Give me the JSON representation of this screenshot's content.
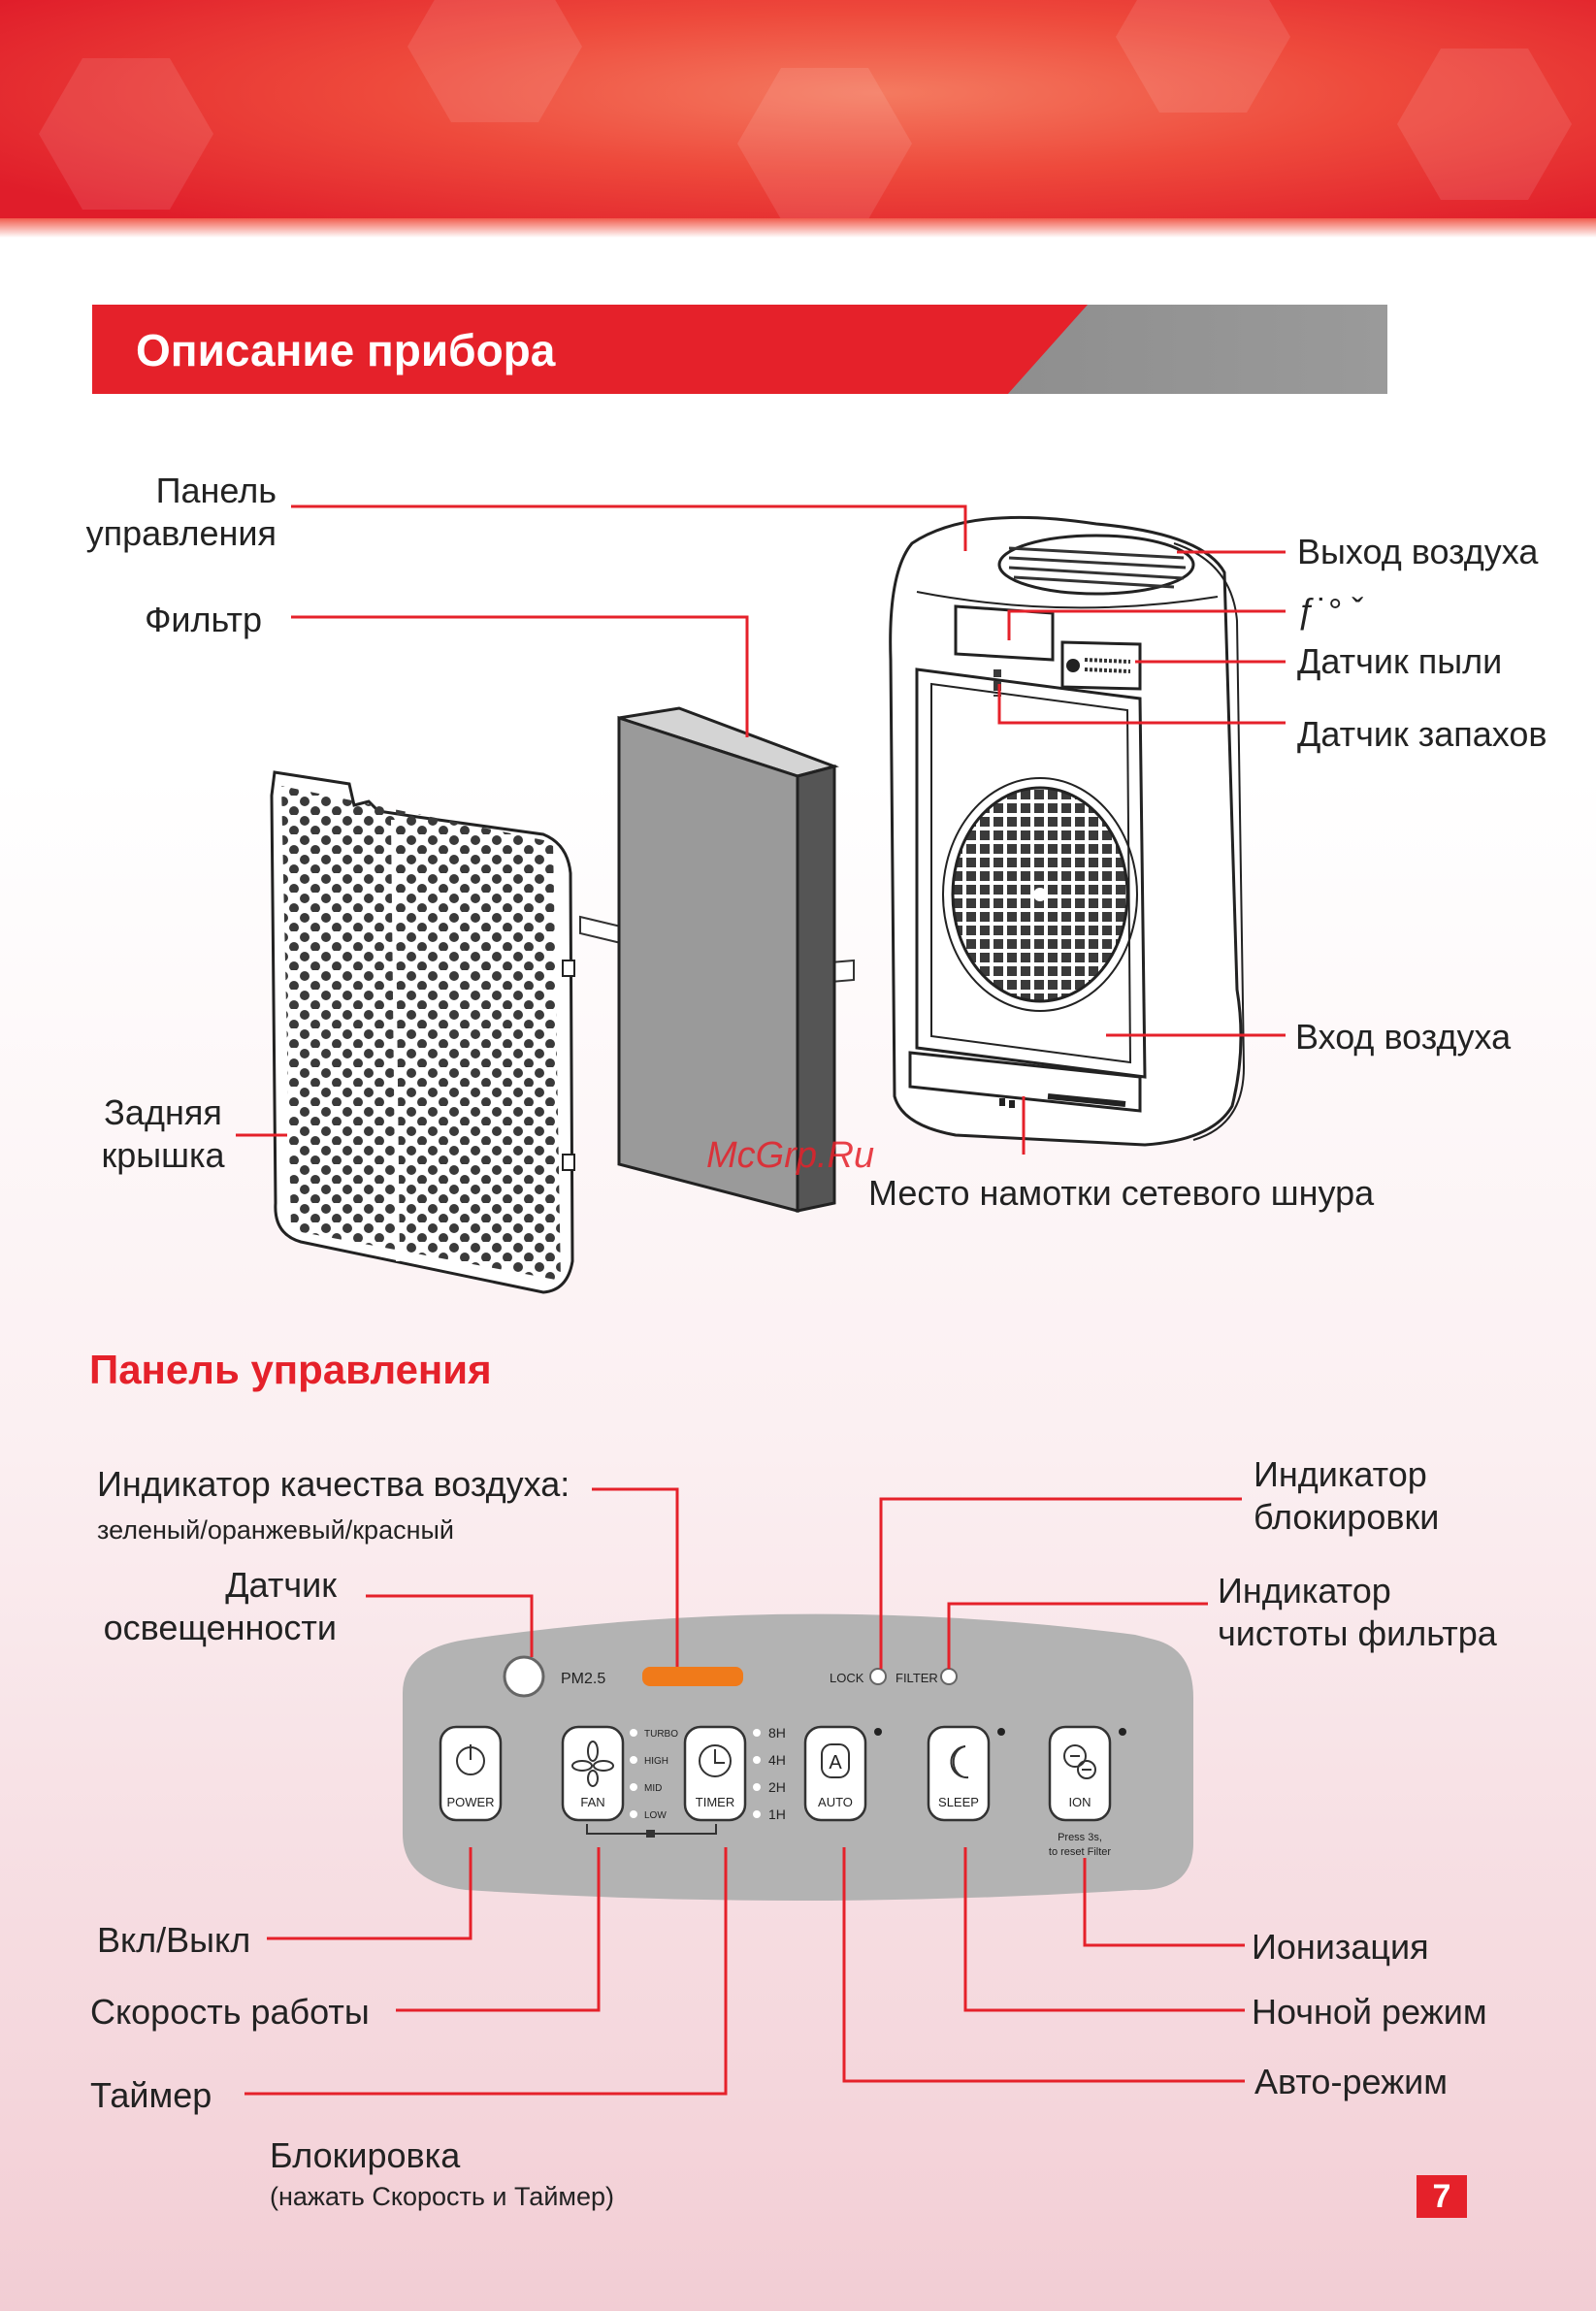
{
  "section_title": "Описание прибора",
  "labels": {
    "control_panel": [
      "Панель",
      "управления"
    ],
    "filter": "Фильтр",
    "back_cover": [
      "Задняя",
      "крышка"
    ],
    "air_outlet": "Выход воздуха",
    "garbled": "ƒ˙°   ˇ",
    "dust_sensor": "Датчик пыли",
    "odor_sensor": "Датчик запахов",
    "air_inlet": "Вход воздуха",
    "cord_storage": "Место намотки сетевого шнура"
  },
  "watermark": "McGrp.Ru",
  "panel_section_title": "Панель управления",
  "panel_labels": {
    "air_quality": "Индикатор качества воздуха:",
    "air_quality_colors": "зеленый/оранжевый/красный",
    "light_sensor": [
      "Датчик",
      "освещенности"
    ],
    "lock_indicator": [
      "Индикатор",
      "блокировки"
    ],
    "filter_indicator": [
      "Индикатор",
      "чистоты фильтра"
    ],
    "power": "Вкл/Выкл",
    "speed": "Скорость работы",
    "timer": "Таймер",
    "lock": "Блокировка",
    "lock_note": "(нажать Скорость и Таймер)",
    "ionization": "Ионизация",
    "night_mode": "Ночной режим",
    "auto_mode": "Авто-режим"
  },
  "panel": {
    "pm": "PM2.5",
    "lock": "LOCK",
    "filter": "FILTER",
    "buttons": [
      "POWER",
      "FAN",
      "TIMER",
      "AUTO",
      "SLEEP",
      "ION"
    ],
    "fan_levels": [
      "TURBO",
      "HIGH",
      "MID",
      "LOW"
    ],
    "timer_levels": [
      "8H",
      "4H",
      "2H",
      "1H"
    ],
    "ion_note": [
      "Press 3s,",
      "to reset Filter"
    ],
    "colors": {
      "quality_bar": "#f07a1a",
      "panel_bg": "#b3b3b3"
    }
  },
  "page_number": "7"
}
